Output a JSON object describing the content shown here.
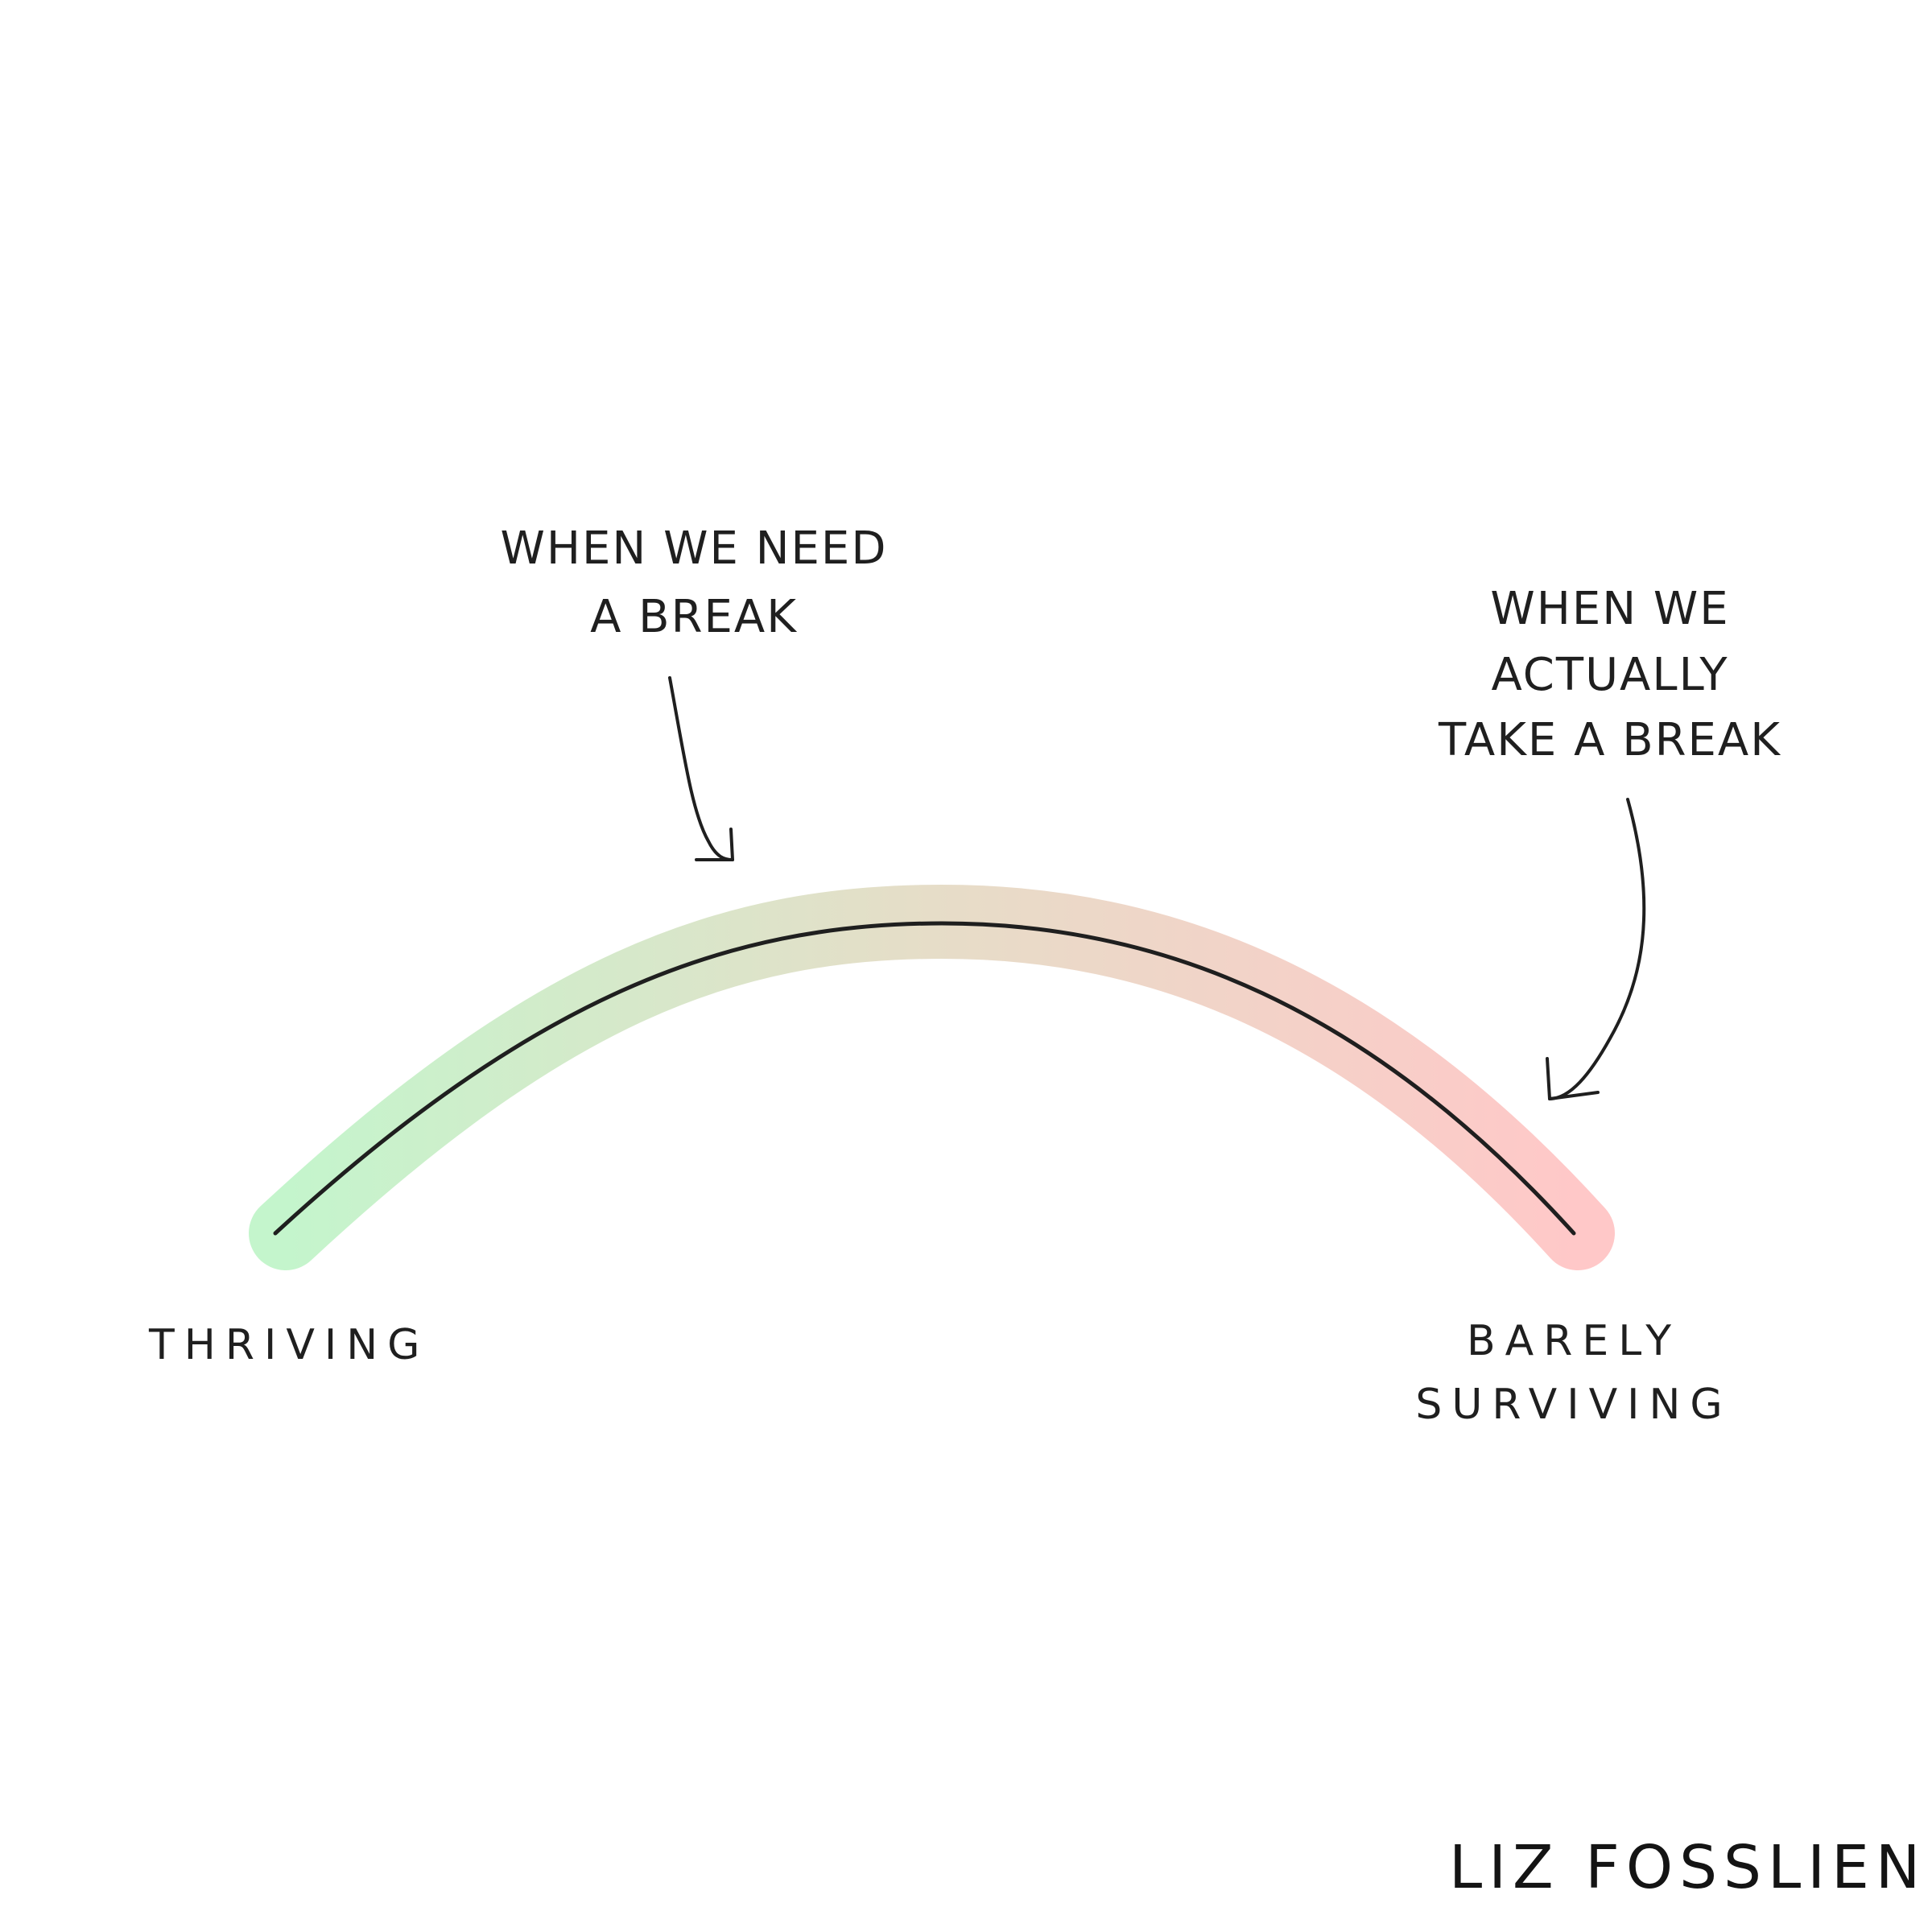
{
  "labels": {
    "need_break": [
      "WHEN WE NEED",
      "A BREAK"
    ],
    "take_break": [
      "WHEN WE",
      "ACTUALLY",
      "TAKE A BREAK"
    ],
    "left_end": "THRIVING",
    "right_end": [
      "BARELY",
      "SURVIVING"
    ]
  },
  "signature": "LIZ FOSSLIEN",
  "colors": {
    "thriving": "#c4f5cc",
    "middle": "#e6ddc8",
    "surviving": "#ffc8c8",
    "ink": "#1f1f1f"
  },
  "icons": {
    "arrow_need": "curved-arrow-icon",
    "arrow_take": "curved-arrow-icon"
  }
}
